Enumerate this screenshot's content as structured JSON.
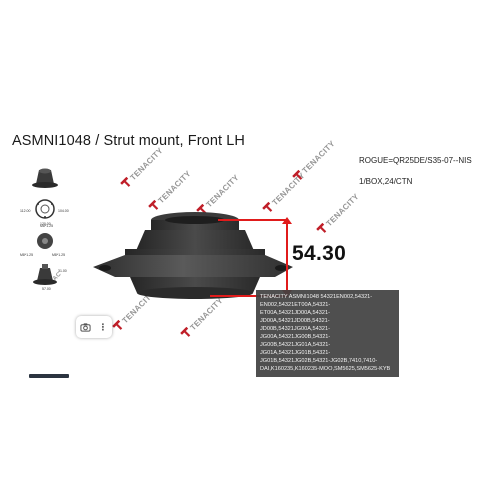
{
  "title": "ASMNI1048 / Strut mount, Front LH",
  "spec": {
    "application": "ROGUE=QR25DE/S35-07--NIS",
    "packing": "1/BOX,24/CTN"
  },
  "dimension": {
    "value": "54.30",
    "color": "#e01b1b"
  },
  "watermark": {
    "text": "TENACITY",
    "short": "AC",
    "color": "#c0202a"
  },
  "thumbnails": {
    "labels": {
      "t2_left": "112.00",
      "t2_right": "104.00",
      "t2_bottom": "120.00",
      "t3_top": "M8*1.25",
      "t3_left": "M8*1.25",
      "t3_right": "M8*1.25",
      "t4_bottom": "57.00",
      "t4_right": "31.00"
    }
  },
  "tooltip": {
    "text": "TENACITY ASMNI1048 54321EN002,54321-EN002,54321ET00A,54321-ET00A,54321JD00A,54321-JD00A,54321JD00B,54321-JD00B,54321JG00A,54321-JG00A,54321JG00B,54321-JG00B,54321JG01A,54321-JG01A,54321JG01B,54321-JG01B,54321JG02B,54321-JG02B,7410,7410-DAI,K160235,K160235-MOO,SM5625,SM5625-KYB"
  },
  "controls": {
    "lens_icon": "lens-search-icon",
    "more_icon": "more-vert-icon",
    "more_glyph": "⋮"
  },
  "colors": {
    "accent_red": "#e01b1b",
    "tooltip_bg": "#424242"
  }
}
